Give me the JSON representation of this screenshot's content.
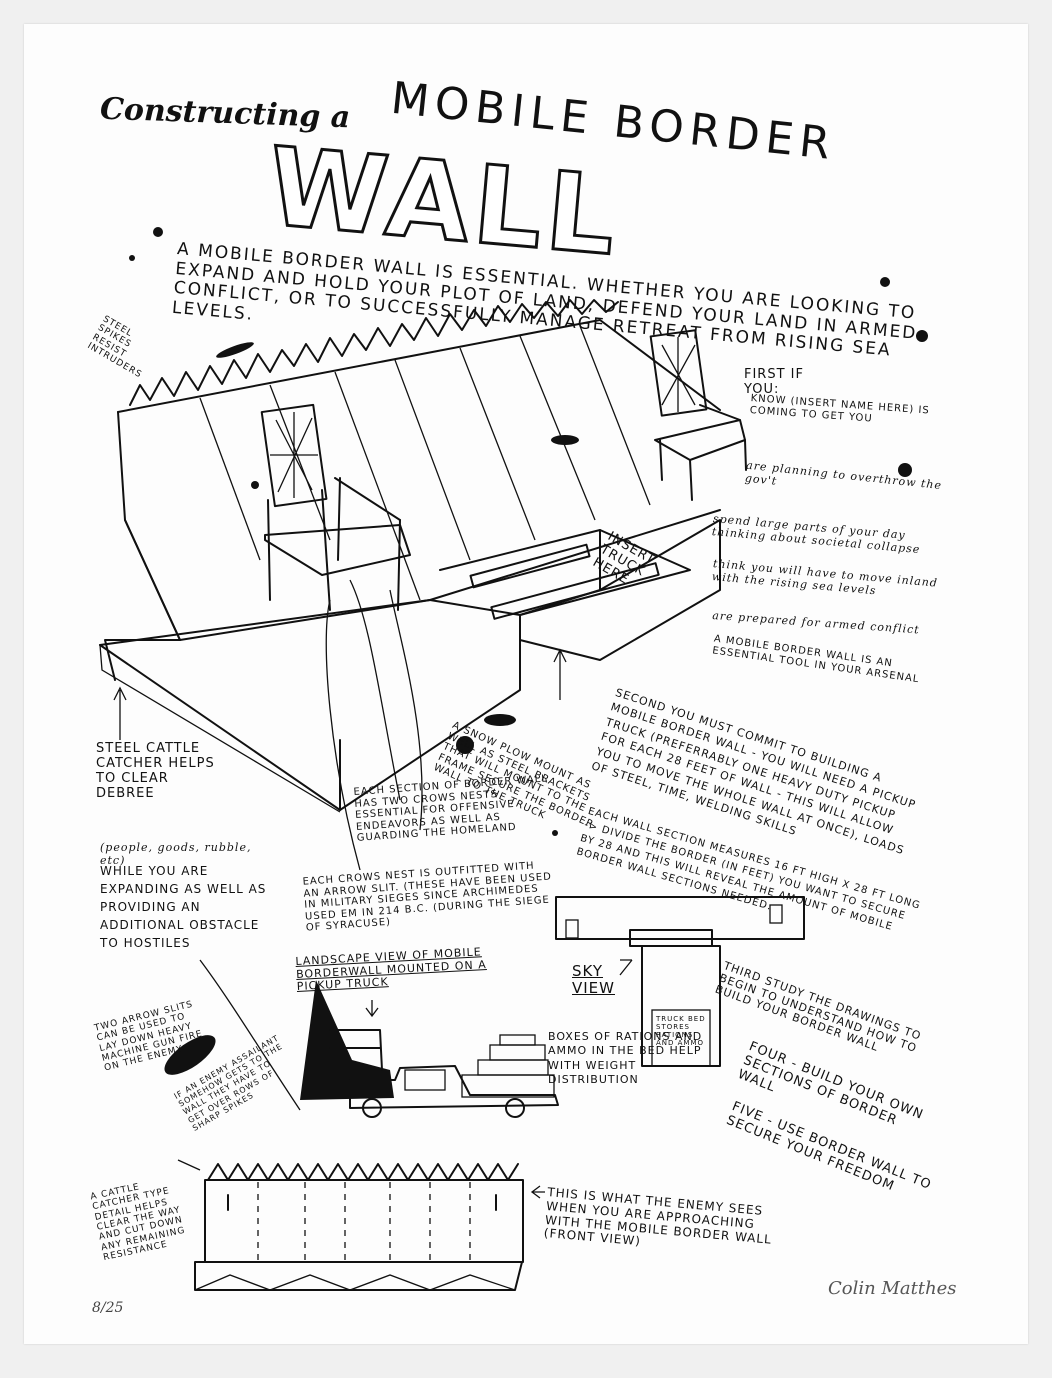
{
  "title": {
    "script": "Constructing a",
    "mobile_border": "MOBILE BORDER",
    "wall": "WALL"
  },
  "intro": "A MOBILE BORDER WALL IS ESSENTIAL. WHETHER YOU ARE LOOKING TO EXPAND AND HOLD YOUR PLOT OF LAND, DEFEND YOUR LAND IN ARMED CONFLICT, OR TO SUCCESSFULLY MANAGE RETREAT FROM RISING SEA LEVELS.",
  "labels": {
    "steel_spikes": "STEEL SPIKES RESIST INTRUDERS",
    "insert_truck": "INSERT TRUCK HERE",
    "cattle_catcher": "STEEL CATTLE CATCHER HELPS TO CLEAR DEBREE",
    "cattle_catcher_paren": "(people, goods, rubble, etc)",
    "cattle_catcher_rest": "WHILE YOU ARE EXPANDING AS WELL AS PROVIDING AN ADDITIONAL OBSTACLE TO HOSTILES",
    "snow_plow": "A SNOW PLOW MOUNT AS WELL AS STEEL BRACKETS THAT WILL MOUNT TO THE FRAME SECURE THE BORDER WALL TO THE TRUCK",
    "crows_nests": "EACH SECTION OF BORDER WALL HAS TWO CROWS NESTS ESSENTIAL FOR OFFENSIVE ENDEAVORS AS WELL AS GUARDING THE HOMELAND",
    "arrow_slit": "EACH CROWS NEST IS OUTFITTED WITH AN ARROW SLIT. (THESE HAVE BEEN USED IN MILITARY SIEGES SINCE ARCHIMEDES USED EM IN 214 B.C. (DURING THE SIEGE OF SYRACUSE)",
    "landscape_view": "LANDSCAPE VIEW OF MOBILE BORDERWALL MOUNTED ON A PICKUP TRUCK",
    "sky_view": "SKY VIEW",
    "truck_bed": "TRUCK BED STORES RATIONS AND AMMO",
    "boxes": "BOXES OF RATIONS AND AMMO IN THE BED HELP WITH WEIGHT DISTRIBUTION",
    "two_arrow_slits": "TWO ARROW SLITS CAN BE USED TO LAY DOWN HEAVY MACHINE GUN FIRE ON THE ENEMY",
    "enemy_assailant": "IF AN ENEMY ASSAILANT SOMEHOW GETS TO THE WALL THEY HAVE TO GET OVER ROWS OF SHARP SPIKES",
    "cattle_detail": "A CATTLE CATCHER TYPE DETAIL HELPS CLEAR THE WAY AND CUT DOWN ANY REMAINING RESISTANCE",
    "front_view": "THIS IS WHAT THE ENEMY SEES WHEN YOU ARE APPROACHING WITH THE MOBILE BORDER WALL (FRONT VIEW)"
  },
  "first": {
    "heading": "FIRST IF YOU:",
    "items": [
      "KNOW (INSERT NAME HERE) IS COMING TO GET YOU",
      "are planning to overthrow the gov't",
      "spend large parts of your day thinking about societal collapse",
      "think you will have to move inland with the rising sea levels",
      "are prepared for armed conflict"
    ],
    "conclusion": "A MOBILE BORDER WALL IS AN ESSENTIAL TOOL IN YOUR ARSENAL"
  },
  "second": "SECOND YOU MUST COMMIT TO BUILDING A MOBILE BORDER WALL - YOU WILL NEED A PICKUP TRUCK (PREFERRABLY ONE HEAVY DUTY PICKUP FOR EACH 28 FEET OF WALL - THIS WILL ALLOW YOU TO MOVE THE WHOLE WALL AT ONCE), LOADS OF STEEL, TIME, WELDING SKILLS",
  "measures": "EACH WALL SECTION MEASURES 16 FT HIGH X 28 FT LONG -> DIVIDE THE BORDER (IN FEET) YOU WANT TO SECURE BY 28 and THIS WILL REVEAL THE AMOUNT OF MOBILE BORDER WALL SECTIONS NEEDED.",
  "third": "THIRD STUDY THE DRAWINGS TO BEGIN TO UNDERSTAND HOW TO BUILD YOUR BORDER WALL",
  "four": "FOUR - BUILD YOUR OWN SECTIONS OF BORDER WALL",
  "five": "FIVE - USE BORDER WALL TO SECURE YOUR FREEDOM",
  "edition": "8/25",
  "signature": "Colin Matthes"
}
